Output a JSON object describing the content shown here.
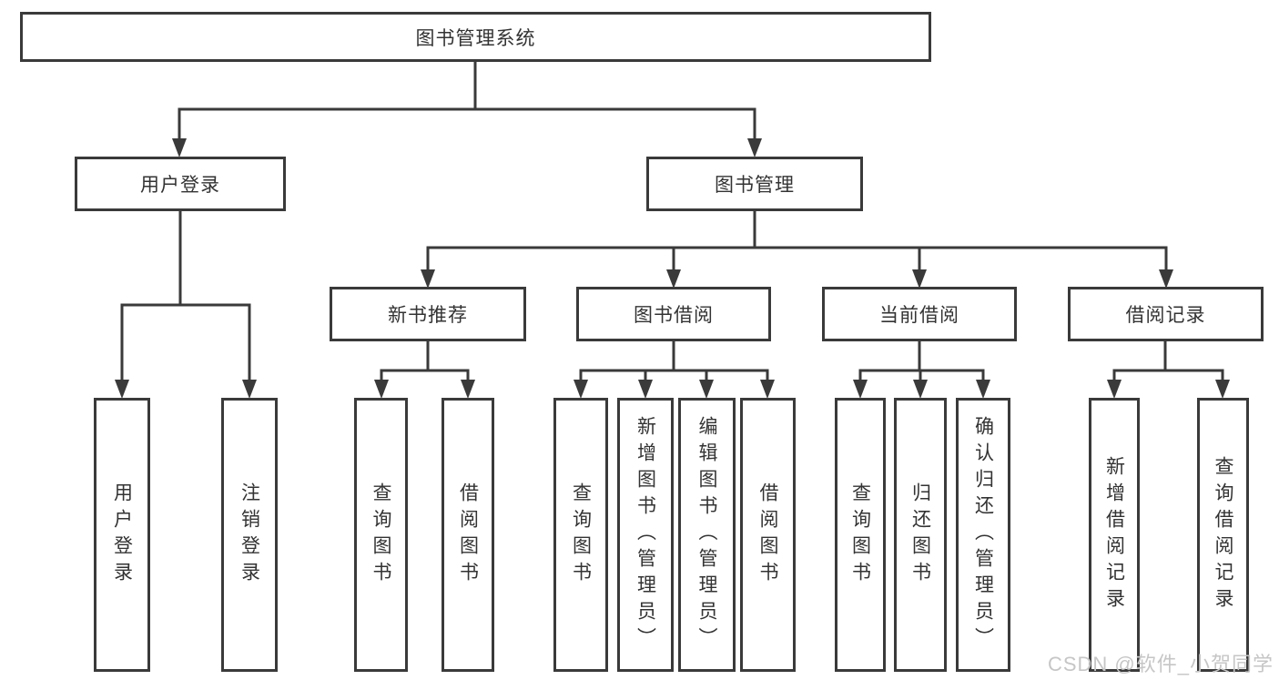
{
  "diagram": {
    "title": "图书管理系统",
    "root": {
      "label": "图书管理系统"
    },
    "level2": [
      {
        "label": "用户登录",
        "children": [
          {
            "label": "用户登录"
          },
          {
            "label": "注销登录"
          }
        ]
      },
      {
        "label": "图书管理",
        "children": [
          {
            "label": "新书推荐",
            "children": [
              {
                "label": "查询图书"
              },
              {
                "label": "借阅图书"
              }
            ]
          },
          {
            "label": "图书借阅",
            "children": [
              {
                "label": "查询图书"
              },
              {
                "label": "新增图书（管理员）"
              },
              {
                "label": "编辑图书（管理员）"
              },
              {
                "label": "借阅图书"
              }
            ]
          },
          {
            "label": "当前借阅",
            "children": [
              {
                "label": "查询图书"
              },
              {
                "label": "归还图书"
              },
              {
                "label": "确认归还（管理员）"
              }
            ]
          },
          {
            "label": "借阅记录",
            "children": [
              {
                "label": "新增借阅记录"
              },
              {
                "label": "查询借阅记录"
              }
            ]
          }
        ]
      }
    ]
  },
  "watermark": {
    "text": "CSDN @软件_小贺同学"
  },
  "colors": {
    "line": "#3a3a3a",
    "box_border": "#3a3a3a",
    "text": "#333333",
    "background": "#ffffff",
    "watermark": "#c6c6c6"
  }
}
